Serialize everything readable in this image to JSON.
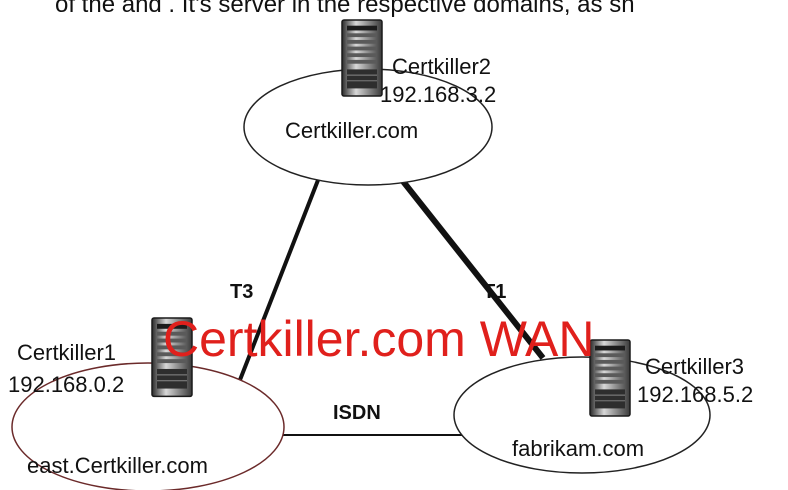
{
  "caption_fragment": "of the and . It's server in the respective domains, as sh",
  "watermark": {
    "text": "Certkiller.com WAN",
    "color": "#e0201c"
  },
  "nodes": {
    "top": {
      "server_name": "Certkiller2",
      "ip": "192.168.3.2",
      "domain": "Certkiller.com"
    },
    "left": {
      "server_name": "Certkiller1",
      "ip": "192.168.0.2",
      "domain": "east.Certkiller.com"
    },
    "right": {
      "server_name": "Certkiller3",
      "ip": "192.168.5.2",
      "domain": "fabrikam.com"
    }
  },
  "links": {
    "top_left": "T3",
    "top_right": "T1",
    "left_right": "ISDN"
  },
  "icons": {
    "server": "server-tower-icon"
  },
  "colors": {
    "ellipse_stroke": "#222222",
    "left_ellipse_stroke": "#6b2a2a",
    "link": "#111111"
  }
}
